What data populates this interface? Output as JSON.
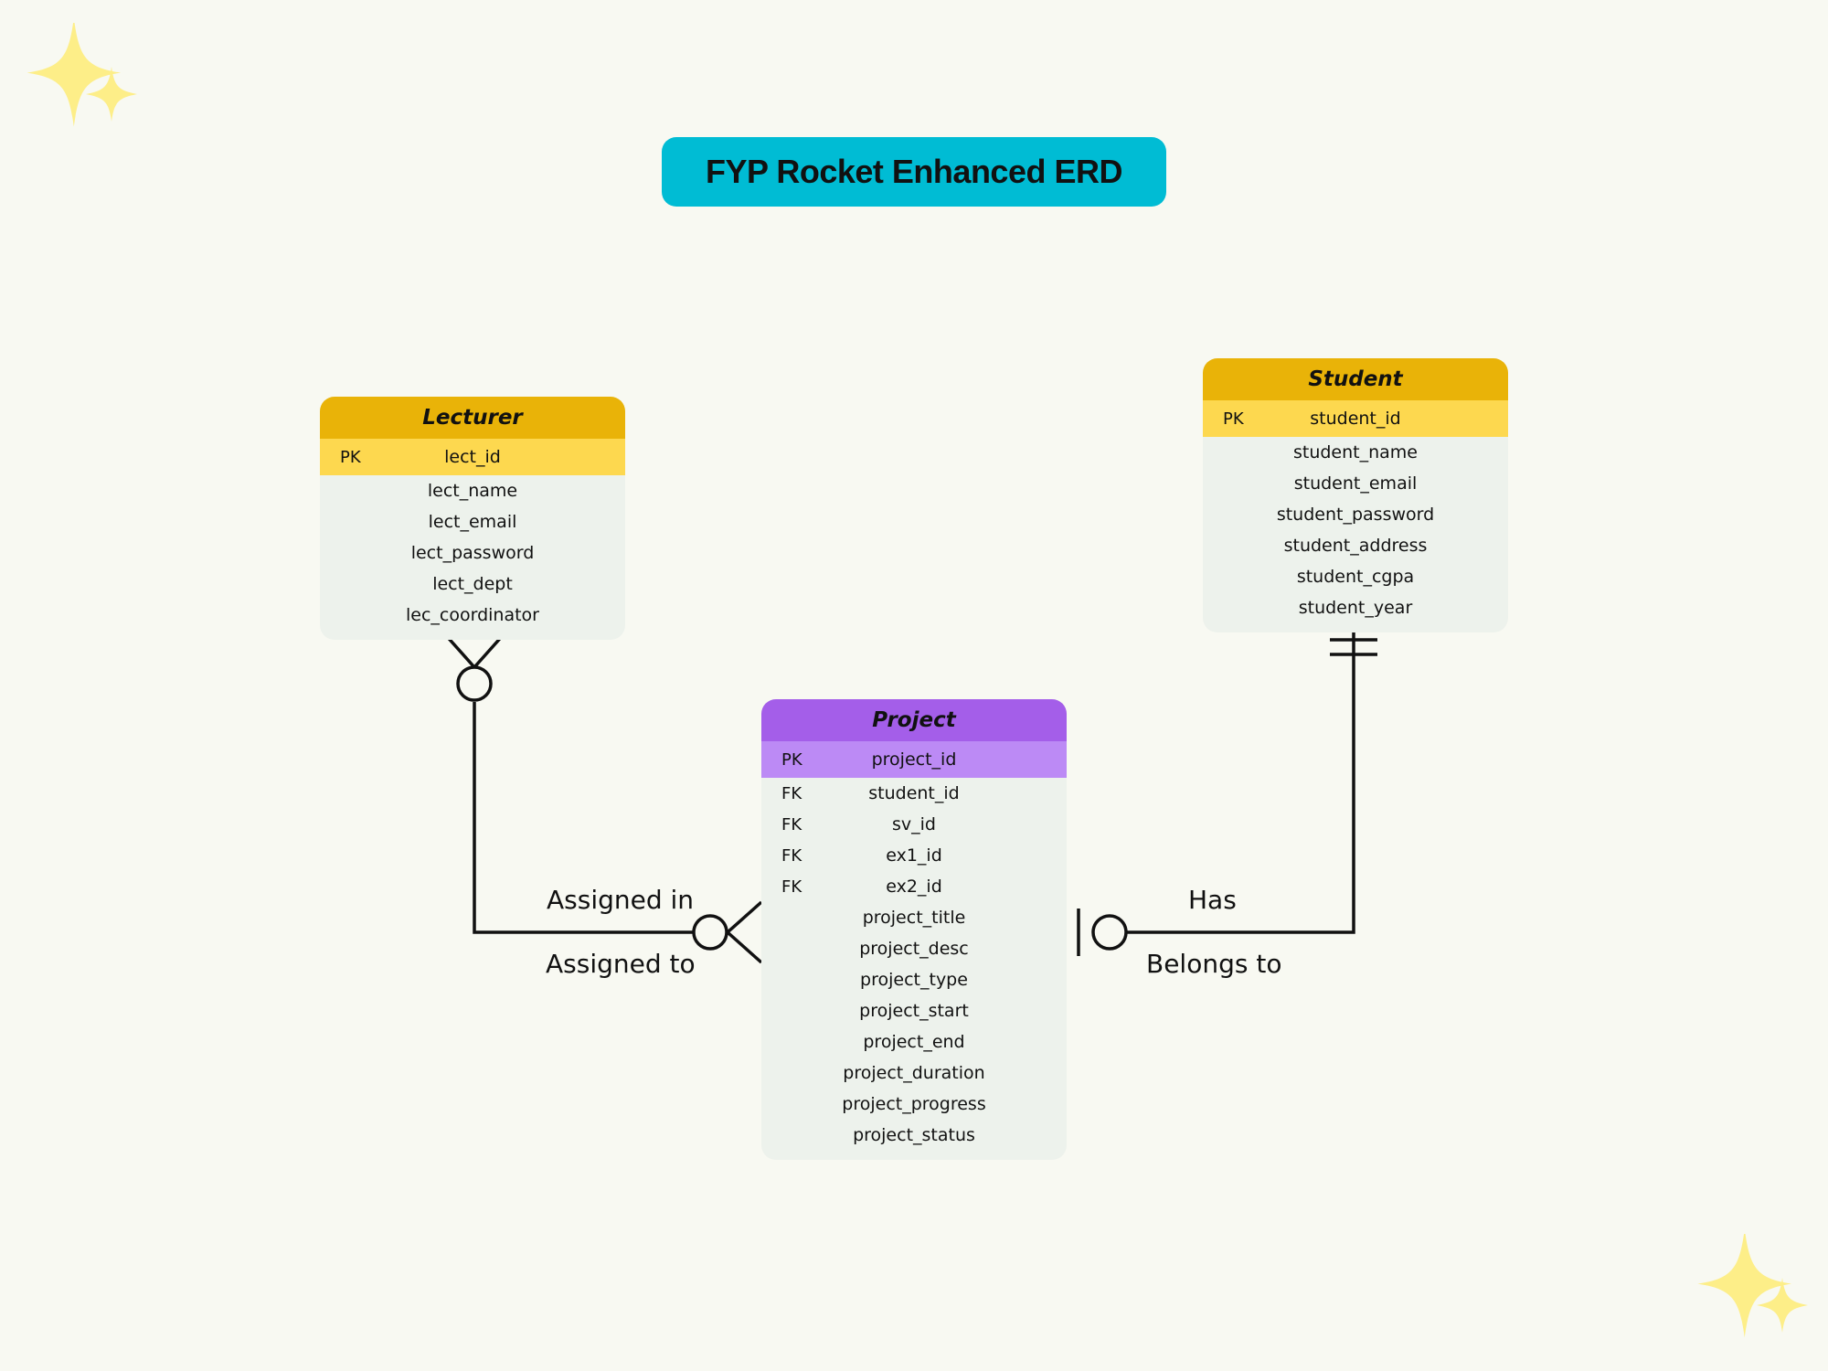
{
  "title": "FYP Rocket Enhanced ERD",
  "colors": {
    "background": "#f8f9f2",
    "title_bg": "#00bcd4",
    "yellow_header": "#e9b308",
    "yellow_pk": "#fdd84f",
    "purple_header": "#a45ee9",
    "purple_pk": "#bc8af5",
    "sparkle": "#fdee88"
  },
  "entities": {
    "lecturer": {
      "name": "Lecturer",
      "pk": {
        "key": "PK",
        "attr": "lect_id"
      },
      "fields": [
        {
          "key": "",
          "attr": "lect_name"
        },
        {
          "key": "",
          "attr": "lect_email"
        },
        {
          "key": "",
          "attr": "lect_password"
        },
        {
          "key": "",
          "attr": "lect_dept"
        },
        {
          "key": "",
          "attr": "lec_coordinator"
        }
      ]
    },
    "student": {
      "name": "Student",
      "pk": {
        "key": "PK",
        "attr": "student_id"
      },
      "fields": [
        {
          "key": "",
          "attr": "student_name"
        },
        {
          "key": "",
          "attr": "student_email"
        },
        {
          "key": "",
          "attr": "student_password"
        },
        {
          "key": "",
          "attr": "student_address"
        },
        {
          "key": "",
          "attr": "student_cgpa"
        },
        {
          "key": "",
          "attr": "student_year"
        }
      ]
    },
    "project": {
      "name": "Project",
      "pk": {
        "key": "PK",
        "attr": "project_id"
      },
      "fields": [
        {
          "key": "FK",
          "attr": "student_id"
        },
        {
          "key": "FK",
          "attr": "sv_id"
        },
        {
          "key": "FK",
          "attr": "ex1_id"
        },
        {
          "key": "FK",
          "attr": "ex2_id"
        },
        {
          "key": "",
          "attr": "project_title"
        },
        {
          "key": "",
          "attr": "project_desc"
        },
        {
          "key": "",
          "attr": "project_type"
        },
        {
          "key": "",
          "attr": "project_start"
        },
        {
          "key": "",
          "attr": "project_end"
        },
        {
          "key": "",
          "attr": "project_duration"
        },
        {
          "key": "",
          "attr": "project_progress"
        },
        {
          "key": "",
          "attr": "project_status"
        }
      ]
    }
  },
  "relationships": {
    "lecturer_project": {
      "label_top": "Assigned in",
      "label_bottom": "Assigned to"
    },
    "student_project": {
      "label_top": "Has",
      "label_bottom": "Belongs to"
    }
  },
  "icons": [
    "sparkle-icon",
    "sparkle-icon"
  ]
}
